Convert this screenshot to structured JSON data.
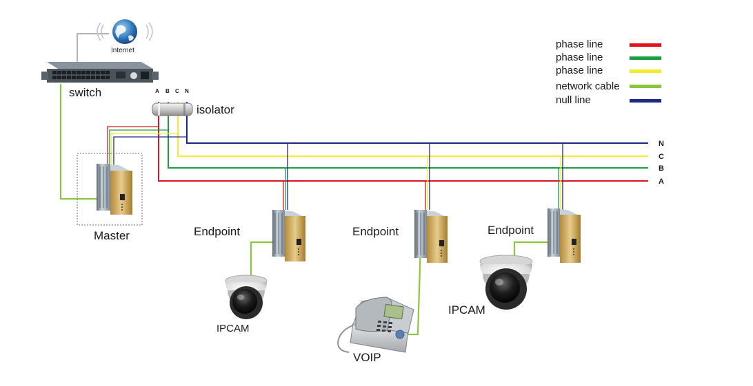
{
  "colors": {
    "phase_red": "#e3131b",
    "phase_green": "#1a9e3f",
    "phase_yellow": "#f6ea2a",
    "network_cable": "#8cc63e",
    "null_line": "#1d2a83",
    "device_gold": "#c9a65a",
    "device_steel": "#8c9aa6"
  },
  "legend": [
    {
      "label": "phase line",
      "color": "#e3131b"
    },
    {
      "label": "phase line",
      "color": "#1a9e3f"
    },
    {
      "label": "phase line",
      "color": "#f6ea2a"
    },
    {
      "label": "network cable",
      "color": "#8cc63e"
    },
    {
      "label": "null line",
      "color": "#1d2a83"
    }
  ],
  "labels": {
    "internet": "Internet",
    "switch": "switch",
    "isolator": "isolator",
    "master": "Master",
    "endpoint_1": "Endpoint",
    "endpoint_2": "Endpoint",
    "endpoint_3": "Endpoint",
    "ipcam_1": "IPCAM",
    "ipcam_2": "IPCAM",
    "voip": "VOIP"
  },
  "wire_taps": [
    "A",
    "B",
    "C",
    "N"
  ],
  "bus_lines": [
    "N",
    "C",
    "B",
    "A"
  ],
  "icons": {
    "internet": "globe-icon",
    "switch": "network-switch-icon",
    "isolator": "isolator-icon",
    "device": "powerline-adapter-icon",
    "camera": "dome-camera-icon",
    "phone": "desk-phone-icon"
  }
}
